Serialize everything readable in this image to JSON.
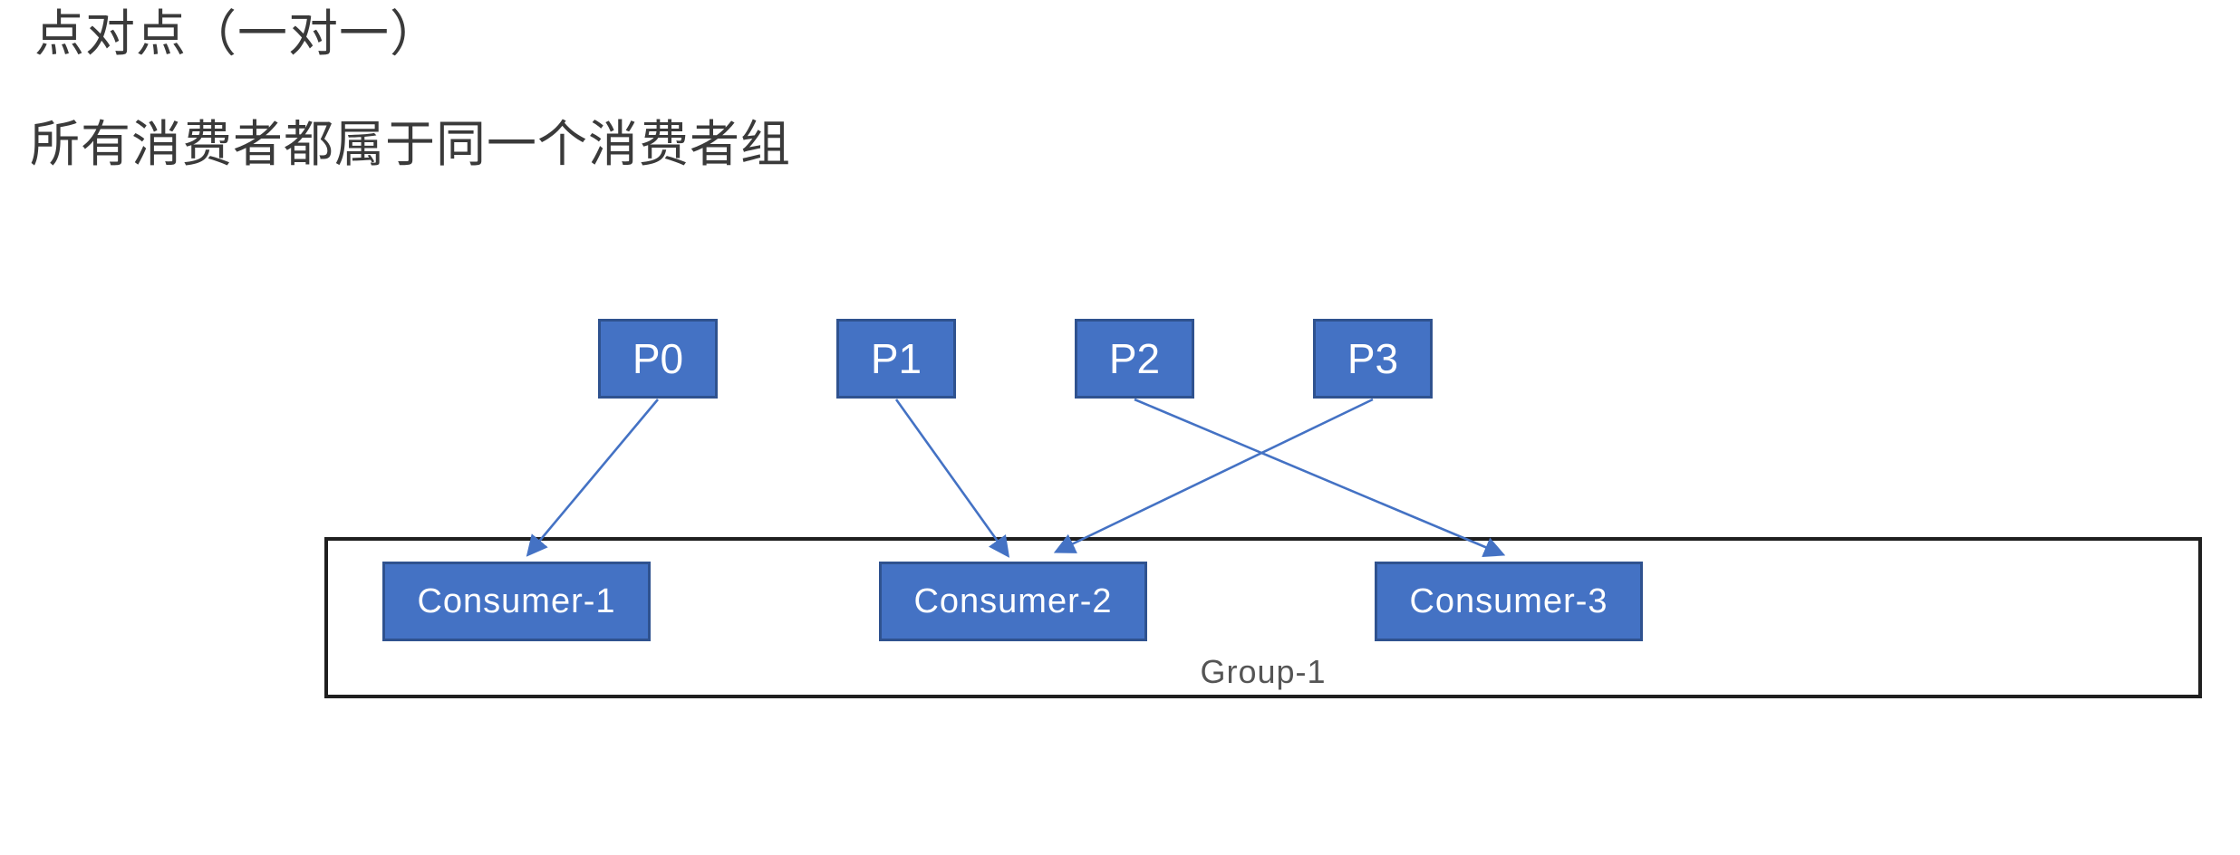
{
  "page": {
    "heading_line1": "点对点（一对一）",
    "heading_line2": "所有消费者都属于同一个消费者组"
  },
  "diagram": {
    "partitions": [
      {
        "label": "P0"
      },
      {
        "label": "P1"
      },
      {
        "label": "P2"
      },
      {
        "label": "P3"
      }
    ],
    "group": {
      "label": "Group-1",
      "consumers": [
        {
          "label": "Consumer-1"
        },
        {
          "label": "Consumer-2"
        },
        {
          "label": "Consumer-3"
        }
      ]
    },
    "edges": [
      {
        "from": "P0",
        "to": "Consumer-1"
      },
      {
        "from": "P1",
        "to": "Consumer-2"
      },
      {
        "from": "P2",
        "to": "Consumer-3"
      },
      {
        "from": "P3",
        "to": "Consumer-2"
      }
    ],
    "colors": {
      "page_background": "#ffffff",
      "box_fill": "#4472c4",
      "box_border": "#2f528f",
      "box_text": "#ffffff",
      "arrow": "#4472c4",
      "group_border": "#1f1f1f",
      "group_label_text": "#555555",
      "heading_text": "#3a3a3a"
    }
  }
}
